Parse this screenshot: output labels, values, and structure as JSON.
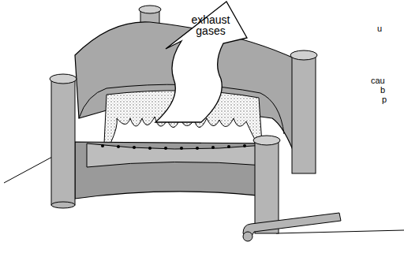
{
  "diagram": {
    "nodes": [
      {
        "text": [
          "exhaust gases"
        ]
      }
    ],
    "labels": [
      "u",
      "cau",
      "b",
      "p"
    ]
  }
}
